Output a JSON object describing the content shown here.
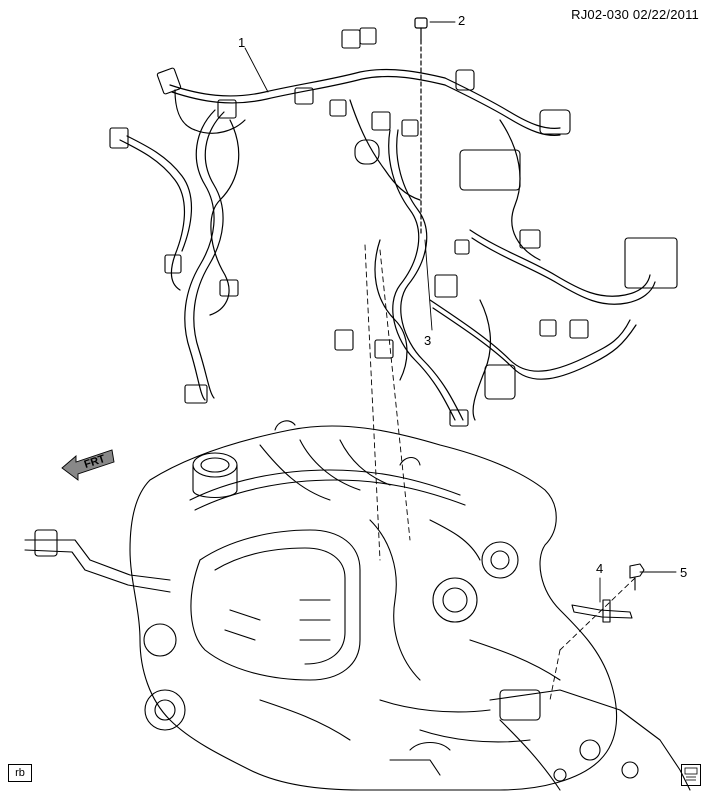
{
  "header": {
    "reference": "RJ02-030  02/22/2011"
  },
  "callouts": [
    {
      "id": "1",
      "text": "1"
    },
    {
      "id": "2",
      "text": "2"
    },
    {
      "id": "3",
      "text": "3"
    },
    {
      "id": "4",
      "text": "4"
    },
    {
      "id": "5",
      "text": "5"
    }
  ],
  "orientation": {
    "label": "FRT"
  },
  "footer": {
    "corner_code": "rb",
    "logo_text": ""
  },
  "colors": {
    "line": "#000000",
    "background": "#ffffff"
  },
  "icons": [
    "front-direction-arrow-icon",
    "engine-harness-logo-icon"
  ]
}
